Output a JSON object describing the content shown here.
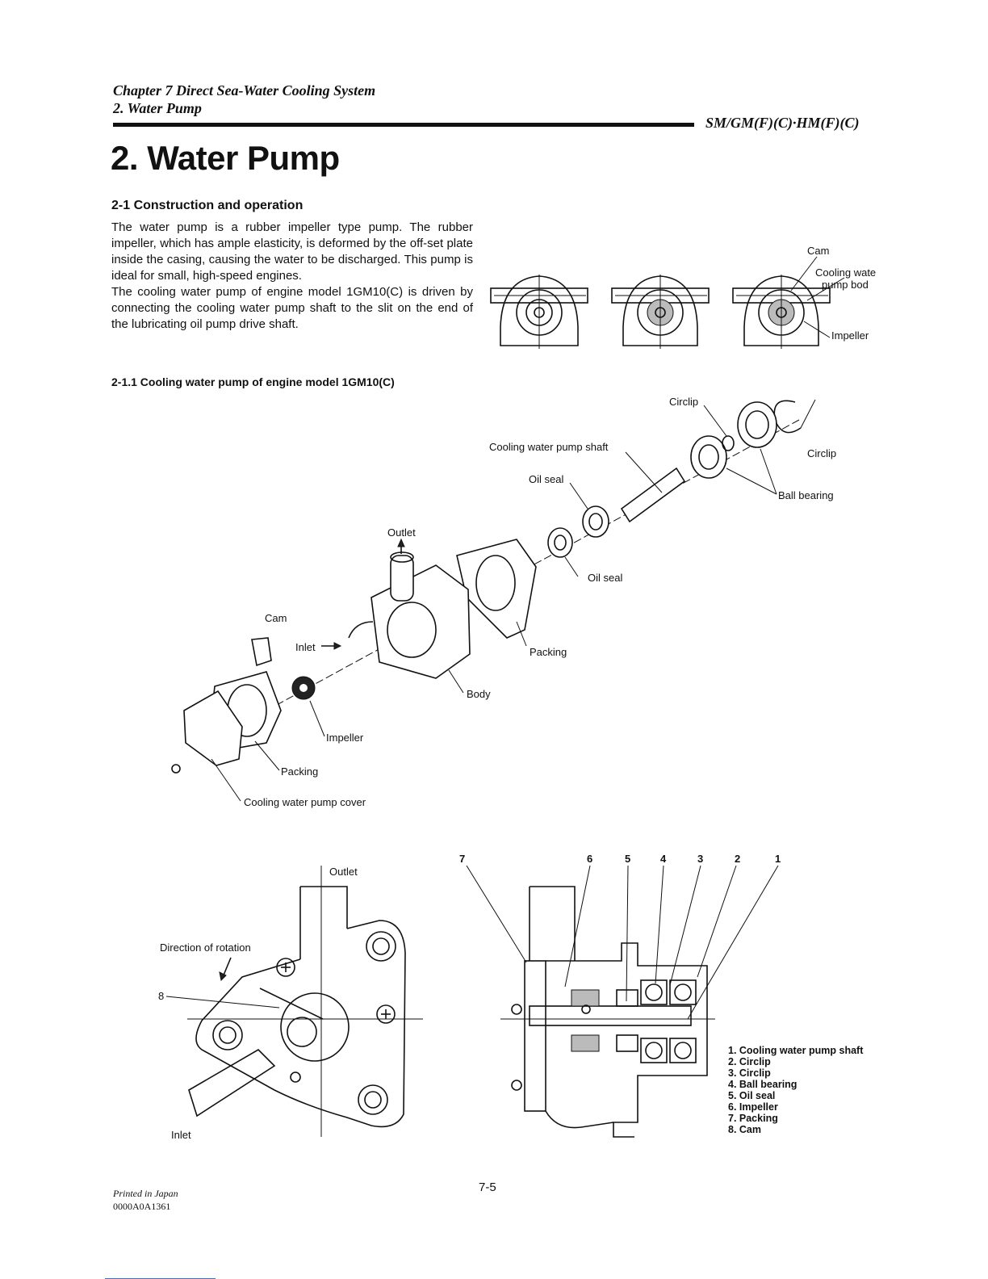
{
  "header": {
    "chapter": "Chapter 7 Direct Sea-Water Cooling System",
    "section": "2. Water Pump",
    "models": "SM/GM(F)(C)·HM(F)(C)"
  },
  "title": "2. Water Pump",
  "section_2_1": {
    "heading": "2-1 Construction and operation",
    "paragraph1": "The water pump is a rubber impeller type pump. The rubber impeller, which has ample elasticity, is deformed by the off-set plate inside the casing, causing the water to be discharged. This pump is ideal for small, high-speed engines.",
    "paragraph2": "The cooling water pump of engine model 1GM10(C) is driven by connecting the cooling water pump shaft to the slit on the end of the lubricating oil pump drive shaft."
  },
  "fig_operation": {
    "labels": {
      "cam": "Cam",
      "pump_body_1": "Cooling wate",
      "pump_body_2": "pump bod",
      "impeller": "Impeller"
    }
  },
  "subsection_2_1_1": {
    "heading": "2-1.1 Cooling water pump of engine model 1GM10(C)"
  },
  "fig_exploded": {
    "labels": {
      "circlip_top": "Circlip",
      "circlip_right": "Circlip",
      "shaft": "Cooling water pump shaft",
      "oil_seal_upper": "Oil seal",
      "ball_bearing": "Ball bearing",
      "outlet": "Outlet",
      "oil_seal_lower": "Oil seal",
      "cam": "Cam",
      "inlet": "Inlet",
      "packing_right": "Packing",
      "body": "Body",
      "impeller": "Impeller",
      "packing_left": "Packing",
      "cover": "Cooling water pump cover"
    }
  },
  "fig_front": {
    "labels": {
      "outlet": "Outlet",
      "direction": "Direction of rotation",
      "num8": "8",
      "inlet": "Inlet"
    }
  },
  "fig_section": {
    "numbers": [
      "7",
      "6",
      "5",
      "4",
      "3",
      "2",
      "1"
    ]
  },
  "legend": [
    "1. Cooling water pump shaft",
    "2. Circlip",
    "3. Circlip",
    "4. Ball bearing",
    "5. Oil seal",
    "6. Impeller",
    "7. Packing",
    "8. Cam"
  ],
  "footer": {
    "printed": "Printed in Japan",
    "code": "0000A0A1361",
    "page": "7-5"
  }
}
